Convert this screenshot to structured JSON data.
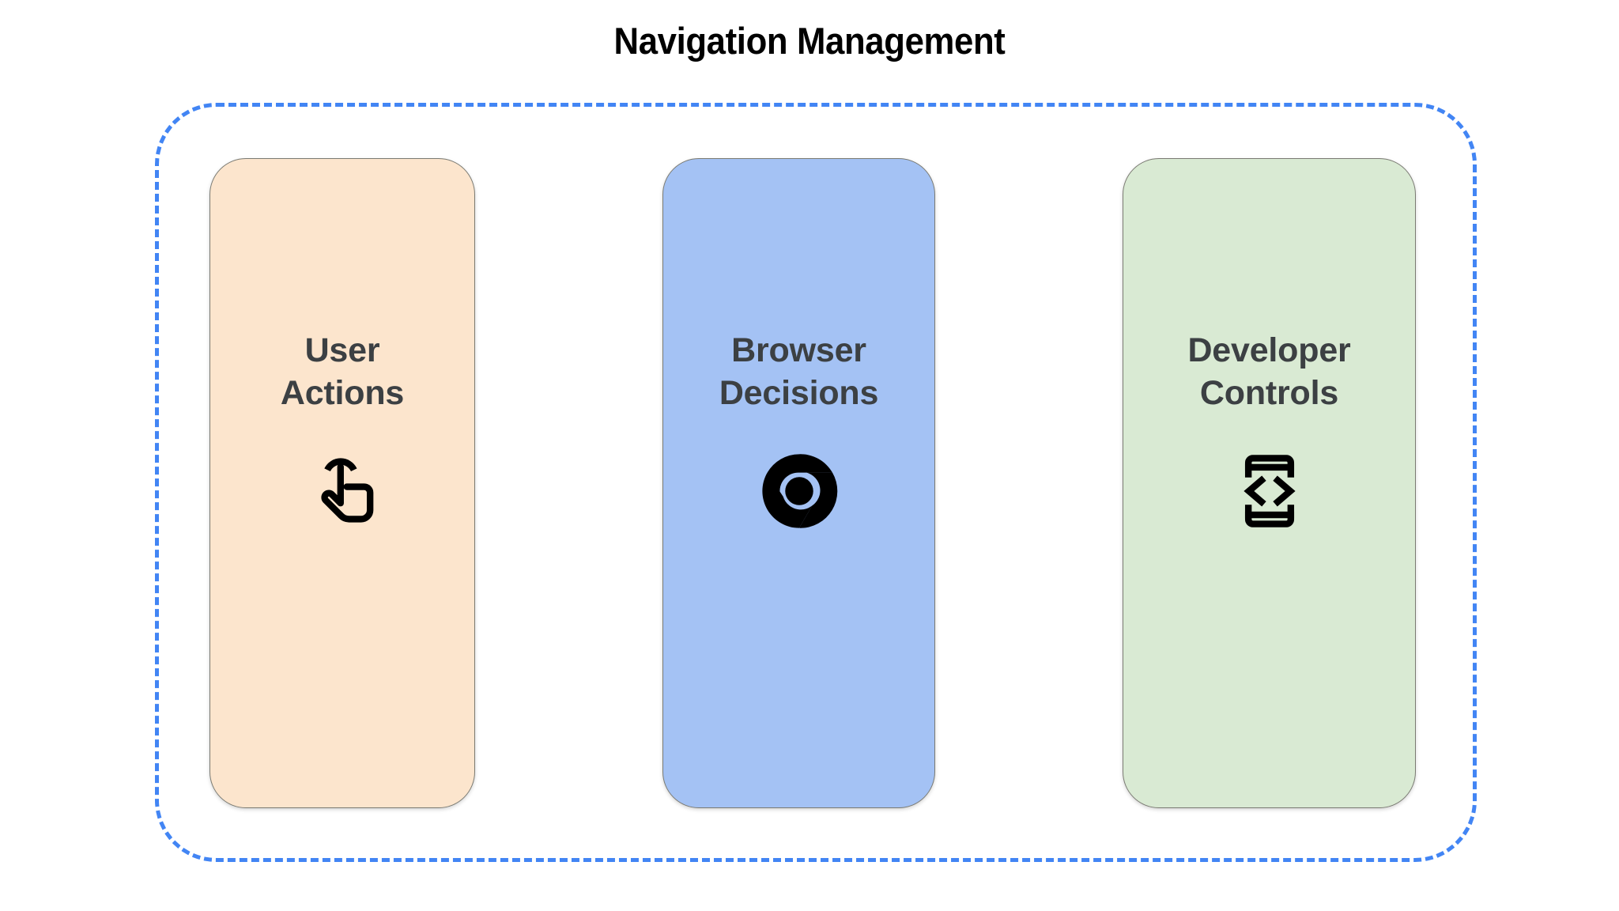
{
  "page": {
    "title": "Navigation Management",
    "background_color": "#ffffff",
    "title_color": "#000000"
  },
  "container": {
    "name": "navigation-management-group",
    "border_style": "dashed",
    "border_color": "#4285f4"
  },
  "cards": [
    {
      "id": "user-actions",
      "label_line1": "User",
      "label_line2": "Actions",
      "background_color": "#fce5cd",
      "border_color": "#7a7a72",
      "text_color": "#3c4043",
      "icon": "touch-tap-gesture-icon",
      "icon_color": "#000000"
    },
    {
      "id": "browser-decisions",
      "label_line1": "Browser",
      "label_line2": "Decisions",
      "background_color": "#a4c2f4",
      "border_color": "#7a7a72",
      "text_color": "#3c4043",
      "icon": "chrome-browser-icon",
      "icon_color": "#000000"
    },
    {
      "id": "developer-controls",
      "label_line1": "Developer",
      "label_line2": "Controls",
      "background_color": "#d9ead3",
      "border_color": "#7a7a72",
      "text_color": "#3c4043",
      "icon": "developer-mode-code-brackets-icon",
      "icon_color": "#000000"
    }
  ]
}
